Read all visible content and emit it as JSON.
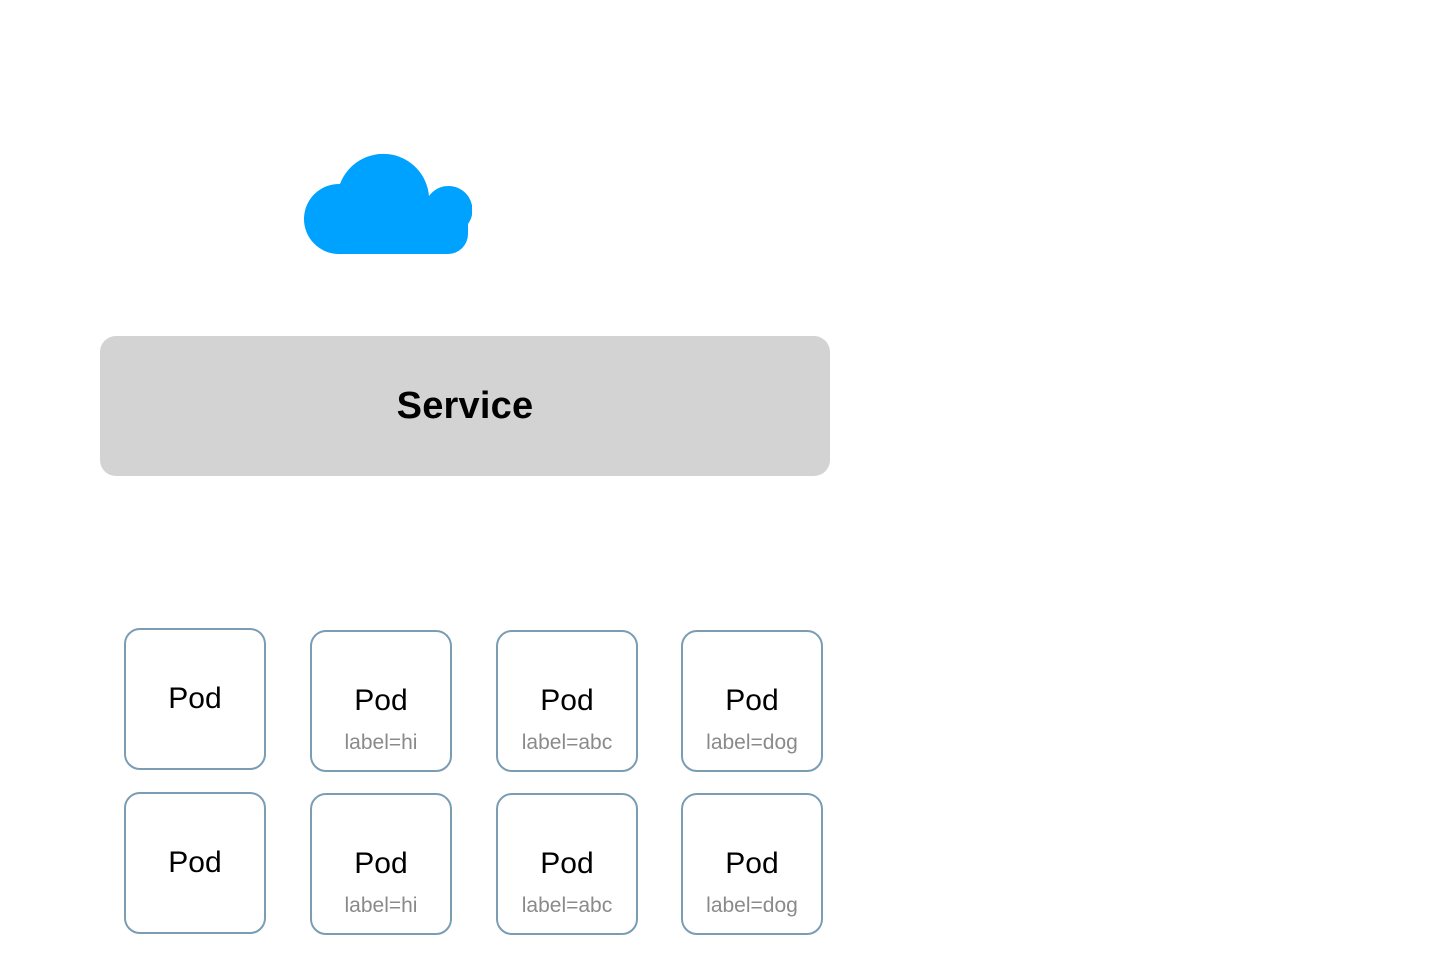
{
  "icons": {
    "cloud": {
      "name": "cloud-icon",
      "color": "#00a2ff"
    }
  },
  "service": {
    "label": "Service",
    "fill": "#d3d3d3"
  },
  "pod_border_color": "#7a9db3",
  "pods": [
    {
      "title": "Pod",
      "label": ""
    },
    {
      "title": "Pod",
      "label": "label=hi"
    },
    {
      "title": "Pod",
      "label": "label=abc"
    },
    {
      "title": "Pod",
      "label": "label=dog"
    },
    {
      "title": "Pod",
      "label": ""
    },
    {
      "title": "Pod",
      "label": "label=hi"
    },
    {
      "title": "Pod",
      "label": "label=abc"
    },
    {
      "title": "Pod",
      "label": "label=dog"
    }
  ]
}
